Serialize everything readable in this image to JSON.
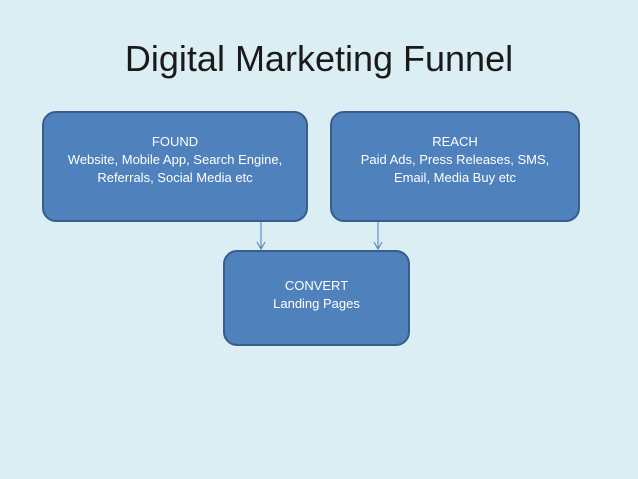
{
  "slide": {
    "title": "Digital Marketing Funnel"
  },
  "nodes": [
    {
      "id": "found",
      "lines": [
        "FOUND",
        "Website, Mobile App, Search Engine,",
        "Referrals, Social Media etc"
      ]
    },
    {
      "id": "reach",
      "lines": [
        "REACH",
        "Paid Ads, Press Releases, SMS,",
        "Email, Media Buy etc"
      ]
    },
    {
      "id": "convert",
      "lines": [
        "CONVERT",
        "Landing Pages"
      ]
    }
  ],
  "edges": [
    {
      "from": "found",
      "to": "convert"
    },
    {
      "from": "reach",
      "to": "convert"
    }
  ],
  "colors": {
    "background": "#dbeef4",
    "box_fill": "#4f81bd",
    "box_border": "#385d8a",
    "connector": "#4a7ebb"
  }
}
